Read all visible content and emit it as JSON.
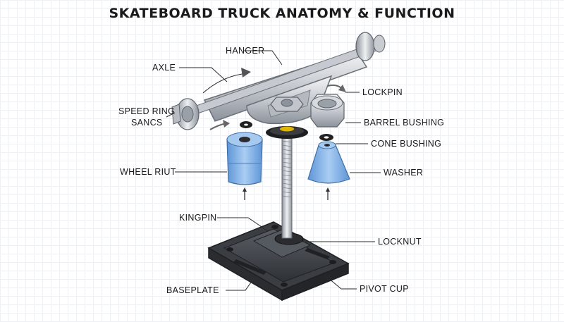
{
  "title": "SKATEBOARD TRUCK ANATOMY & FUNCTION",
  "labels": {
    "hanger": "HANGER",
    "axle": "AXLE",
    "speed_ring_1": "SPEED RING",
    "speed_ring_2": "SANCS",
    "wheel_nut": "WHEEL RIUT",
    "kingpin": "KINGPIN",
    "baseplate": "BASEPLATE",
    "lockpin": "LOCKPIN",
    "barrel_bushing": "BARREL BUSHING",
    "cone_bushing": "CONE BUSHING",
    "washer": "WASHER",
    "locknut": "LOCKNUT",
    "pivot_cup": "PIVOT CUP"
  },
  "colors": {
    "bushing": "#7fb0e6",
    "metal": "#c8ccd1",
    "baseplate": "#4a4d52"
  }
}
